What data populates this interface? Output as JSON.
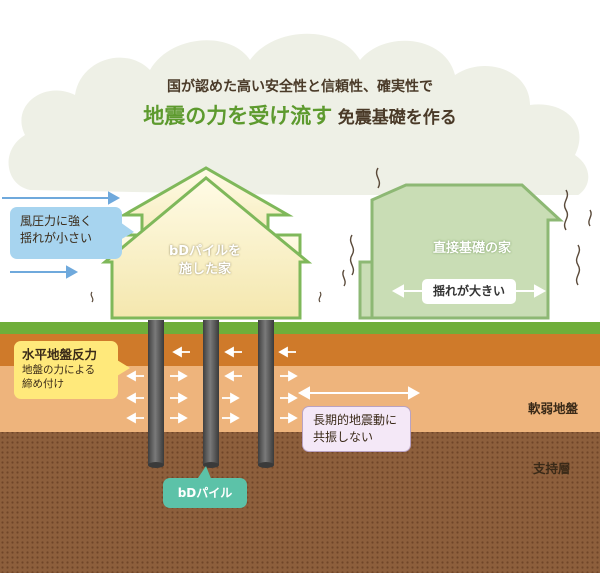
{
  "header": {
    "subtitle": "国が認めた高い安全性と信頼性、確実性で",
    "title_emphasis": "地震の力を受け流す",
    "title_rest": "免震基礎を作る"
  },
  "wind_callout": {
    "lines": [
      "風圧力に強く",
      "揺れが小さい"
    ]
  },
  "house": {
    "label_lines": [
      "bDパイルを",
      "施した家"
    ]
  },
  "conventional_house": {
    "label": "直接基礎の家",
    "shake_label": "揺れが大きい"
  },
  "soil_callout": {
    "title": "水平地盤反力",
    "detail_lines": [
      "地盤の力による",
      "締め付け"
    ]
  },
  "resonance_callout": {
    "lines": [
      "長期的地震動に",
      "共振しない"
    ]
  },
  "pile_label": "bDパイル",
  "layers": {
    "soft": "軟弱地盤",
    "bearing": "支持層"
  },
  "colors": {
    "title_green": "#5d9a2e",
    "grass": "#6fae3a",
    "topsoil": "#cf7a2a",
    "soft_ground": "#eeb47c",
    "bearing_layer": "#8d5f3c",
    "pile": "#5a5a5a",
    "house_wall": "#fbf3cf",
    "house_outline": "#7fb85a",
    "conventional_house": "#c9ddb5"
  }
}
